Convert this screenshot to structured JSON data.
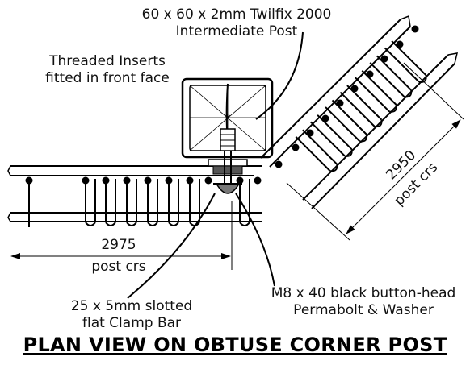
{
  "labels": {
    "post_line1": "60 x 60 x 2mm Twilfix 2000",
    "post_line2": "Intermediate Post",
    "inserts_line1": "Threaded Inserts",
    "inserts_line2": "fitted in front face",
    "dim_right_value": "2950",
    "dim_right_unit": "post crs",
    "dim_left_value": "2975",
    "dim_left_unit": "post crs",
    "bolt_line1": "M8 x 40 black button-head",
    "bolt_line2": "Permabolt & Washer",
    "clamp_line1": "25 x 5mm slotted",
    "clamp_line2": "flat Clamp Bar"
  },
  "title": "PLAN VIEW ON OBTUSE CORNER POST"
}
